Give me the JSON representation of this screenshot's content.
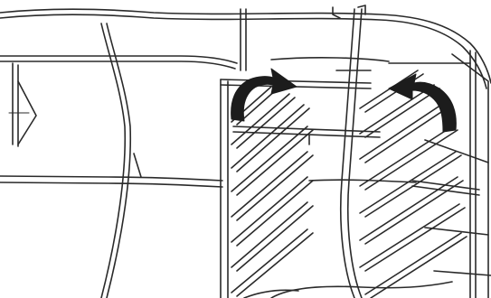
{
  "figure": {
    "annotations": [
      {
        "kind": "rotate-arrow-left",
        "direction": "clockwise-up-right"
      },
      {
        "kind": "rotate-arrow-right",
        "direction": "counterclockwise-up-left"
      }
    ],
    "colors": {
      "line": "#2a2a2a",
      "arrow": "#1c1c1c",
      "background": "#ffffff"
    }
  }
}
